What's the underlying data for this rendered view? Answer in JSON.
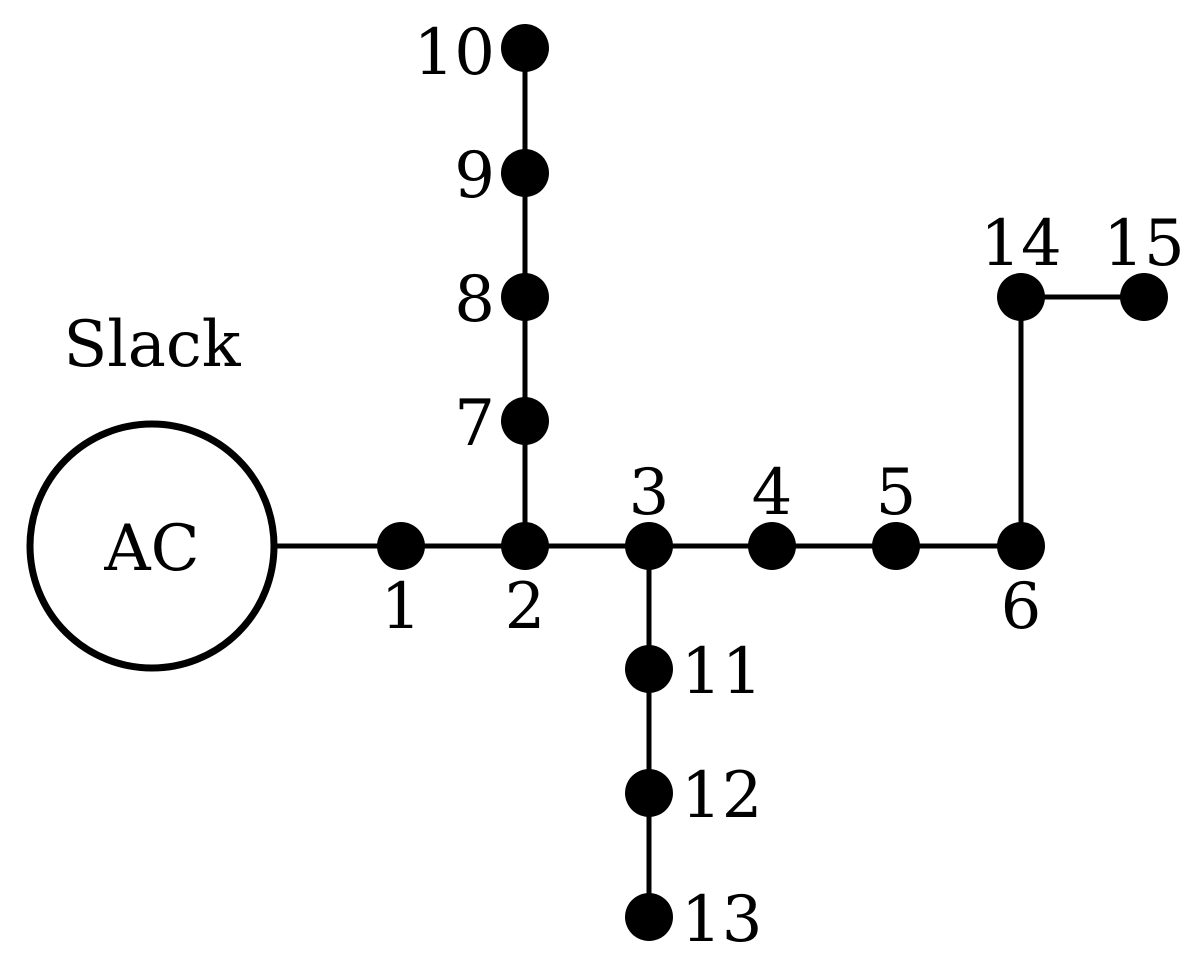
{
  "slack": {
    "label": "Slack",
    "source_text": "AC"
  },
  "buses": [
    {
      "id": "1",
      "label": "1"
    },
    {
      "id": "2",
      "label": "2"
    },
    {
      "id": "3",
      "label": "3"
    },
    {
      "id": "4",
      "label": "4"
    },
    {
      "id": "5",
      "label": "5"
    },
    {
      "id": "6",
      "label": "6"
    },
    {
      "id": "7",
      "label": "7"
    },
    {
      "id": "8",
      "label": "8"
    },
    {
      "id": "9",
      "label": "9"
    },
    {
      "id": "10",
      "label": "10"
    },
    {
      "id": "11",
      "label": "11"
    },
    {
      "id": "12",
      "label": "12"
    },
    {
      "id": "13",
      "label": "13"
    },
    {
      "id": "14",
      "label": "14"
    },
    {
      "id": "15",
      "label": "15"
    }
  ],
  "lines": [
    {
      "from": "slack",
      "to": "1"
    },
    {
      "from": "1",
      "to": "2"
    },
    {
      "from": "2",
      "to": "3"
    },
    {
      "from": "3",
      "to": "4"
    },
    {
      "from": "4",
      "to": "5"
    },
    {
      "from": "5",
      "to": "6"
    },
    {
      "from": "2",
      "to": "7"
    },
    {
      "from": "7",
      "to": "8"
    },
    {
      "from": "8",
      "to": "9"
    },
    {
      "from": "9",
      "to": "10"
    },
    {
      "from": "3",
      "to": "11"
    },
    {
      "from": "11",
      "to": "12"
    },
    {
      "from": "12",
      "to": "13"
    },
    {
      "from": "6",
      "to": "14"
    },
    {
      "from": "14",
      "to": "15"
    }
  ]
}
